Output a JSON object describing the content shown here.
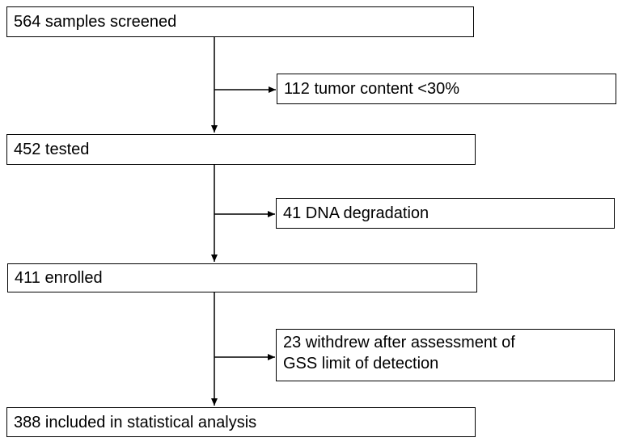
{
  "flow": {
    "steps": [
      {
        "label": "564 samples screened"
      },
      {
        "label": "452 tested"
      },
      {
        "label": "411 enrolled"
      },
      {
        "label": "388 included in statistical analysis"
      }
    ],
    "exclusions": [
      {
        "label": "112 tumor content <30%"
      },
      {
        "label": "41 DNA degradation"
      },
      {
        "label": "23 withdrew after assessment of\nGSS limit of detection"
      }
    ]
  }
}
